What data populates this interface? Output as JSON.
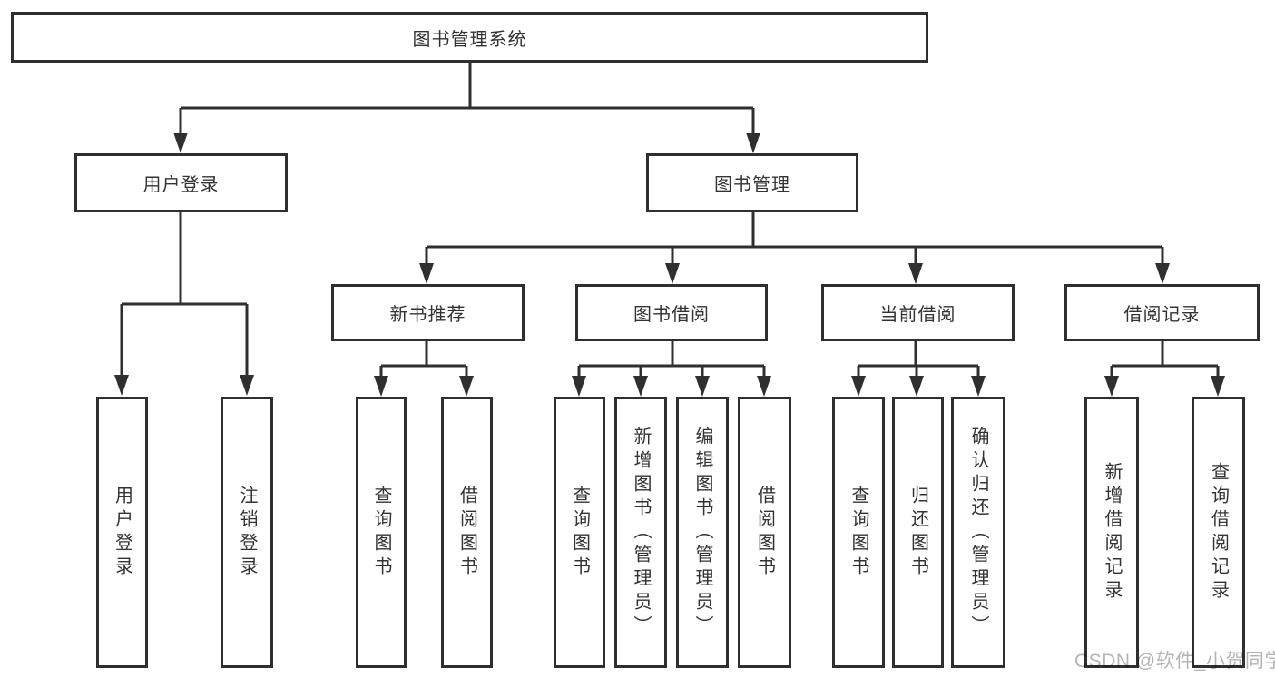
{
  "tree": {
    "label": "图书管理系统",
    "children": [
      {
        "label": "用户登录",
        "children": [
          {
            "label": "用户登录"
          },
          {
            "label": "注销登录"
          }
        ]
      },
      {
        "label": "图书管理",
        "children": [
          {
            "label": "新书推荐",
            "children": [
              {
                "label": "查询图书"
              },
              {
                "label": "借阅图书"
              }
            ]
          },
          {
            "label": "图书借阅",
            "children": [
              {
                "label": "查询图书"
              },
              {
                "label": "新增图书（管理员）"
              },
              {
                "label": "编辑图书（管理员）"
              },
              {
                "label": "借阅图书"
              }
            ]
          },
          {
            "label": "当前借阅",
            "children": [
              {
                "label": "查询图书"
              },
              {
                "label": "归还图书"
              },
              {
                "label": "确认归还（管理员）"
              }
            ]
          },
          {
            "label": "借阅记录",
            "children": [
              {
                "label": "新增借阅记录"
              },
              {
                "label": "查询借阅记录"
              }
            ]
          }
        ]
      }
    ]
  },
  "watermark": {
    "text": "CSDN @软件_小贺同学"
  },
  "colors": {
    "line": "#2f2f2f",
    "text": "#333333",
    "watermark": "#b5b5b5",
    "background": "#ffffff"
  }
}
